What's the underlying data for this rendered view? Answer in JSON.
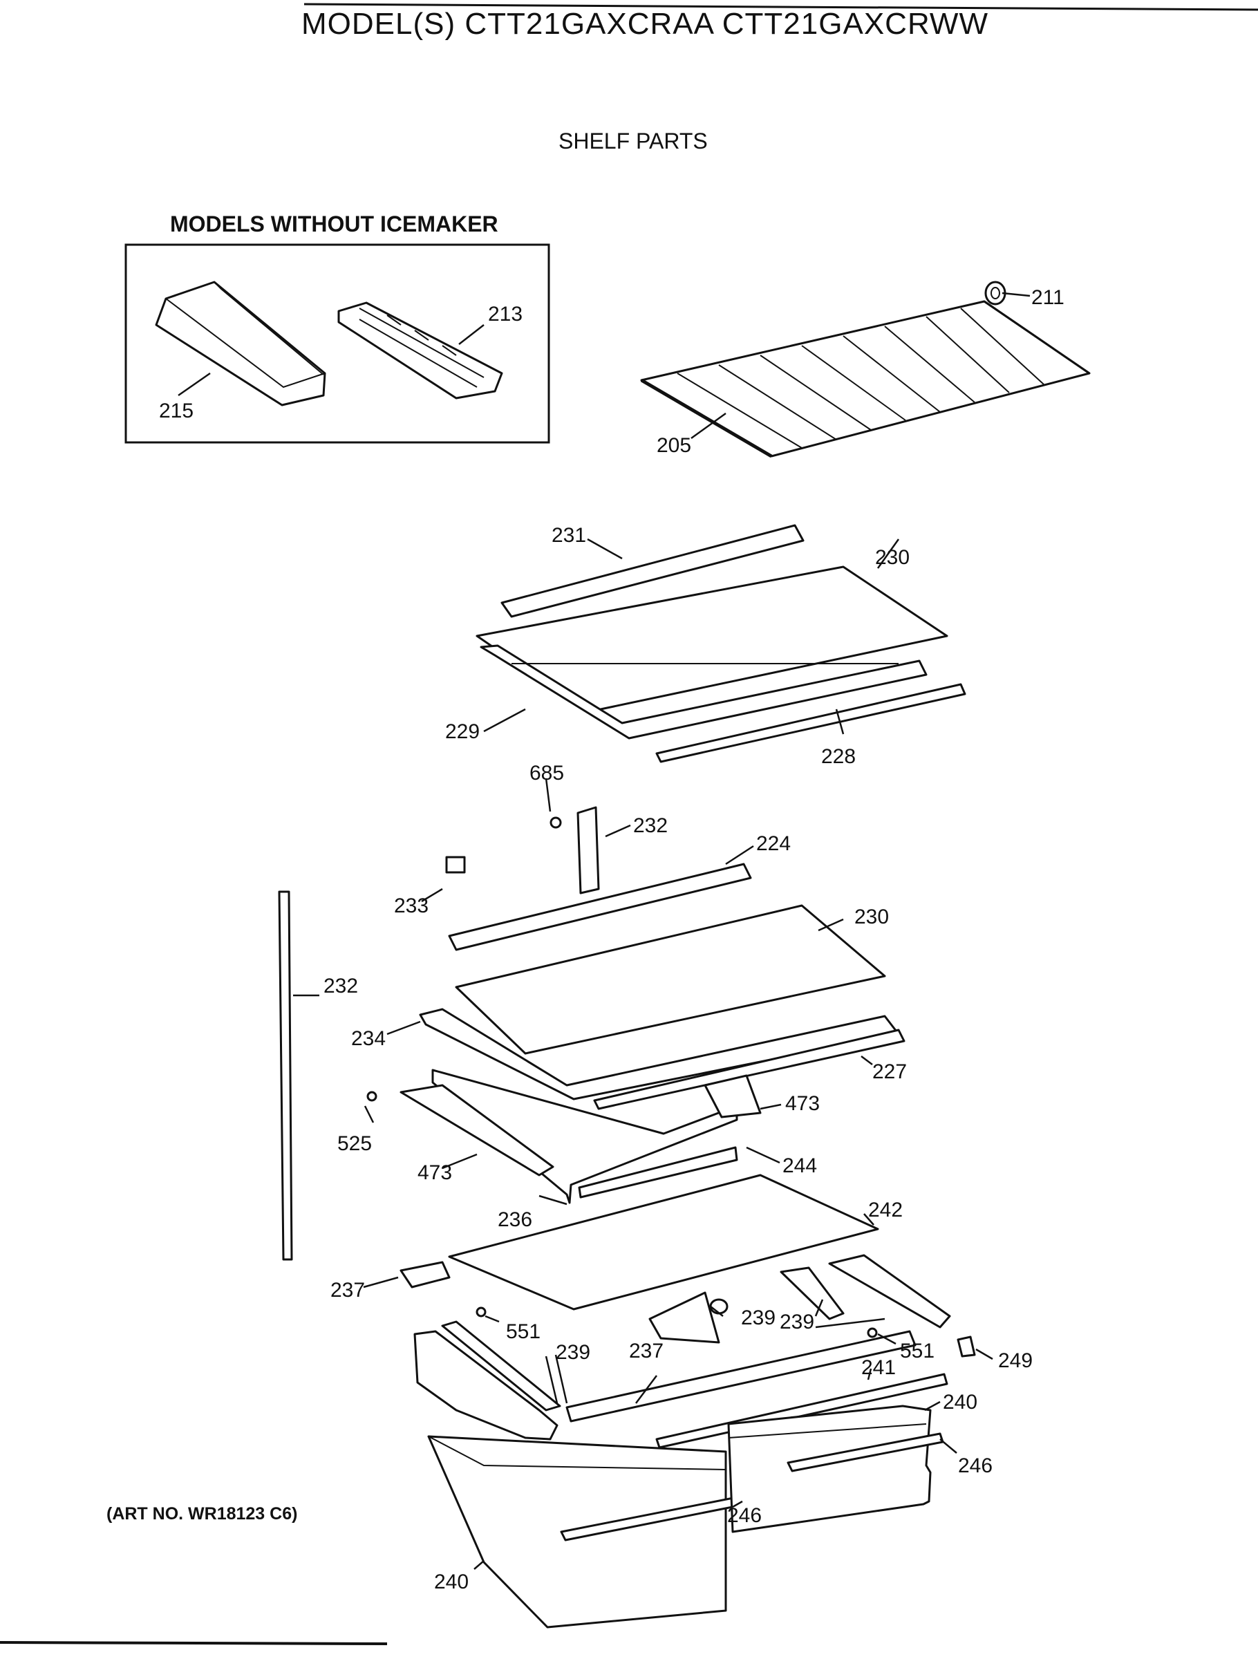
{
  "header": {
    "model_title": "MODEL(S) CTT21GAXCRAA  CTT21GAXCRWW",
    "section_title": "SHELF PARTS"
  },
  "inset": {
    "title": "MODELS WITHOUT ICEMAKER"
  },
  "footer": {
    "art_number": "(ART NO. WR18123 C6)"
  },
  "callouts": [
    "211",
    "213",
    "215",
    "205",
    "231",
    "230",
    "229",
    "228",
    "685",
    "232",
    "224",
    "233",
    "230",
    "232",
    "234",
    "227",
    "525",
    "473",
    "473",
    "244",
    "236",
    "242",
    "237",
    "551",
    "239",
    "239",
    "239",
    "237",
    "551",
    "249",
    "241",
    "240",
    "246",
    "246",
    "240"
  ]
}
